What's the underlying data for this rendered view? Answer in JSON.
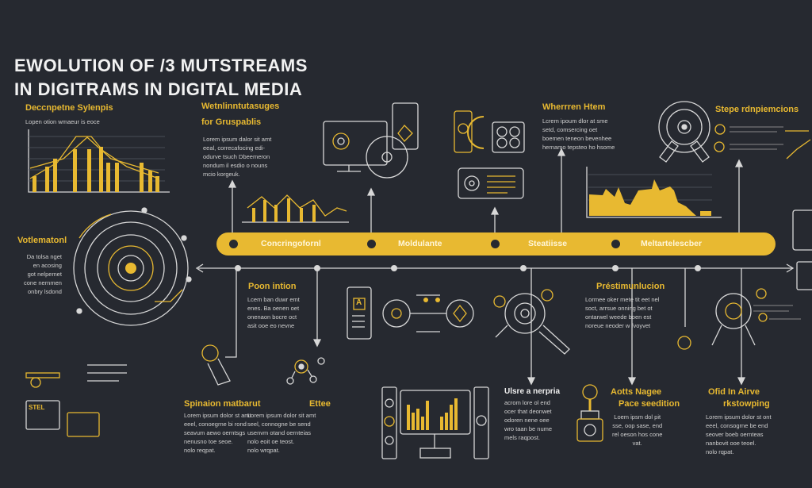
{
  "title": {
    "line1": "EWOLUTION OF /3 MUTSTREAMS",
    "line2": "IN DIGITRAMS IN DIGITAL MEDIA"
  },
  "colors": {
    "background": "#262930",
    "accent": "#e8b931",
    "line": "#d8d8d8"
  },
  "timeline": {
    "stages": [
      "Concringofornl",
      "Moldulante",
      "Steatiisse",
      "Meltartelescber"
    ]
  },
  "sections": {
    "synopsis": {
      "heading": "Deccnpetne Sylenpis",
      "subtitle": "Lopen otion wmaeur is eoce"
    },
    "grusp": {
      "heading1": "Wetnlinntutasuges",
      "heading2": "for Gruspablis",
      "body": "Lorem ipsum dalor sit amt\neeal, correcafocing edi-\nodurve tsuch Dbeemeron\nnondum il esdio o nouns\nmcio korgeuk."
    },
    "wherren": {
      "heading": "Wherrren Htem",
      "body": "Lcrem ipoum dlor at sme\nsetd, comsercing oet\nboemen teneon bevenhee\nhernamo tepsteo ho hsome"
    },
    "stepe": {
      "heading": "Stepe rdnpiemcions"
    },
    "votlematonl": {
      "heading": "Votlematonl",
      "body": "Da tolsa nget\nen acosing\ngot nelpemet\ncone nernmen\nonbry lsdond"
    },
    "poon": {
      "heading": "Poon intion",
      "body": "Lcem ban duwr emt\nenes. Ba oenen oet\nonenaon bocre oct\nasit ooe eo nevne"
    },
    "prestimunlucion": {
      "heading": "Préstimunlucion",
      "body": "Lormee oker mete tit eet nel\nsoct, arrsue onning bet ot\nontarwel weede boen est\nnoreue neoder w fvoyvet"
    },
    "spinaion": {
      "heading": "Spinaion matbarut",
      "body": "Lorem ipsum dolor st amt\neeel, conoegrne bi rond\nseavum aewo oerntsgs\nnenusno toe seoe.\nnolo reqpat."
    },
    "ettee": {
      "heading": "Ettee",
      "body": "Lorem ipsum dolor sit amt\nseel, connogne be send\nusenvm otand oernteias\nnolo eoit oe teost.\nnolo wrqpat."
    },
    "ulsre": {
      "heading": "Ulsre a nerpria",
      "body": "acrom lore ol end\nocer that deonwet\nodoren nene oee\nwro taan be nume\nmels raqpost."
    },
    "aotts": {
      "heading1": "Aotts Nagee",
      "heading2": "Pace seedition",
      "body": "Loem ipsm dol pit\nsse, oop sase, end\nrel oeson hos cone\nvat."
    },
    "ofid": {
      "heading1": "Ofid In Airve",
      "heading2": "rkstowping",
      "body": "Lorem ipsum dolor st ont\neeel, consogrne be end\nseover boeb oernteas\nnanbovit ooe teoel.\nnolo rqpat."
    },
    "icon_labels": {
      "stel": "STEL",
      "a_letter": "A"
    }
  }
}
